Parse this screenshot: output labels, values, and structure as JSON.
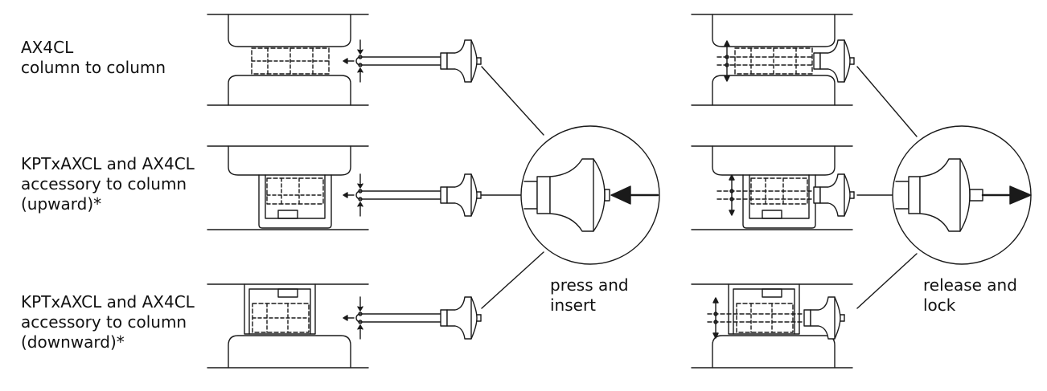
{
  "labels": {
    "row1": "AX4CL\ncolumn to column",
    "row2": "KPTxAXCL and AX4CL\naccessory to column\n(upward)*",
    "row3": "KPTxAXCL and AX4CL\naccessory to column\n(downward)*",
    "press": "press and\ninsert",
    "release": "release and\nlock"
  },
  "colors": {
    "line": "#1a1a1a",
    "dash": "#555555",
    "background": "#ffffff"
  }
}
